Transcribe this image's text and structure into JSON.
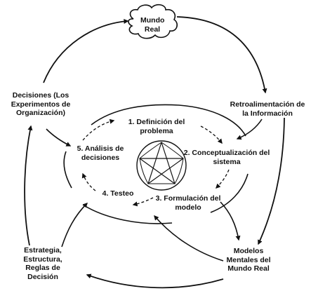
{
  "diagram": {
    "world": [
      "Mundo",
      "Real"
    ],
    "feedback": [
      "Retroalimentación de",
      "la Información"
    ],
    "mental_models": [
      "Modelos",
      "Mentales del",
      "Mundo Real"
    ],
    "strategy": [
      "Estrategia,",
      "Estructura,",
      "Reglas de",
      "Decisión"
    ],
    "decisions": [
      "Decisiones (Los",
      "Experimentos de",
      "Organización)"
    ],
    "steps": {
      "step1": [
        "1. Definición del",
        "problema"
      ],
      "step2": [
        "2. Conceptualización del",
        "sistema"
      ],
      "step3": [
        "3. Formulación del",
        "modelo"
      ],
      "step4": [
        "4. Testeo"
      ],
      "step5": [
        "5. Análisis de",
        "decisiones"
      ]
    }
  }
}
